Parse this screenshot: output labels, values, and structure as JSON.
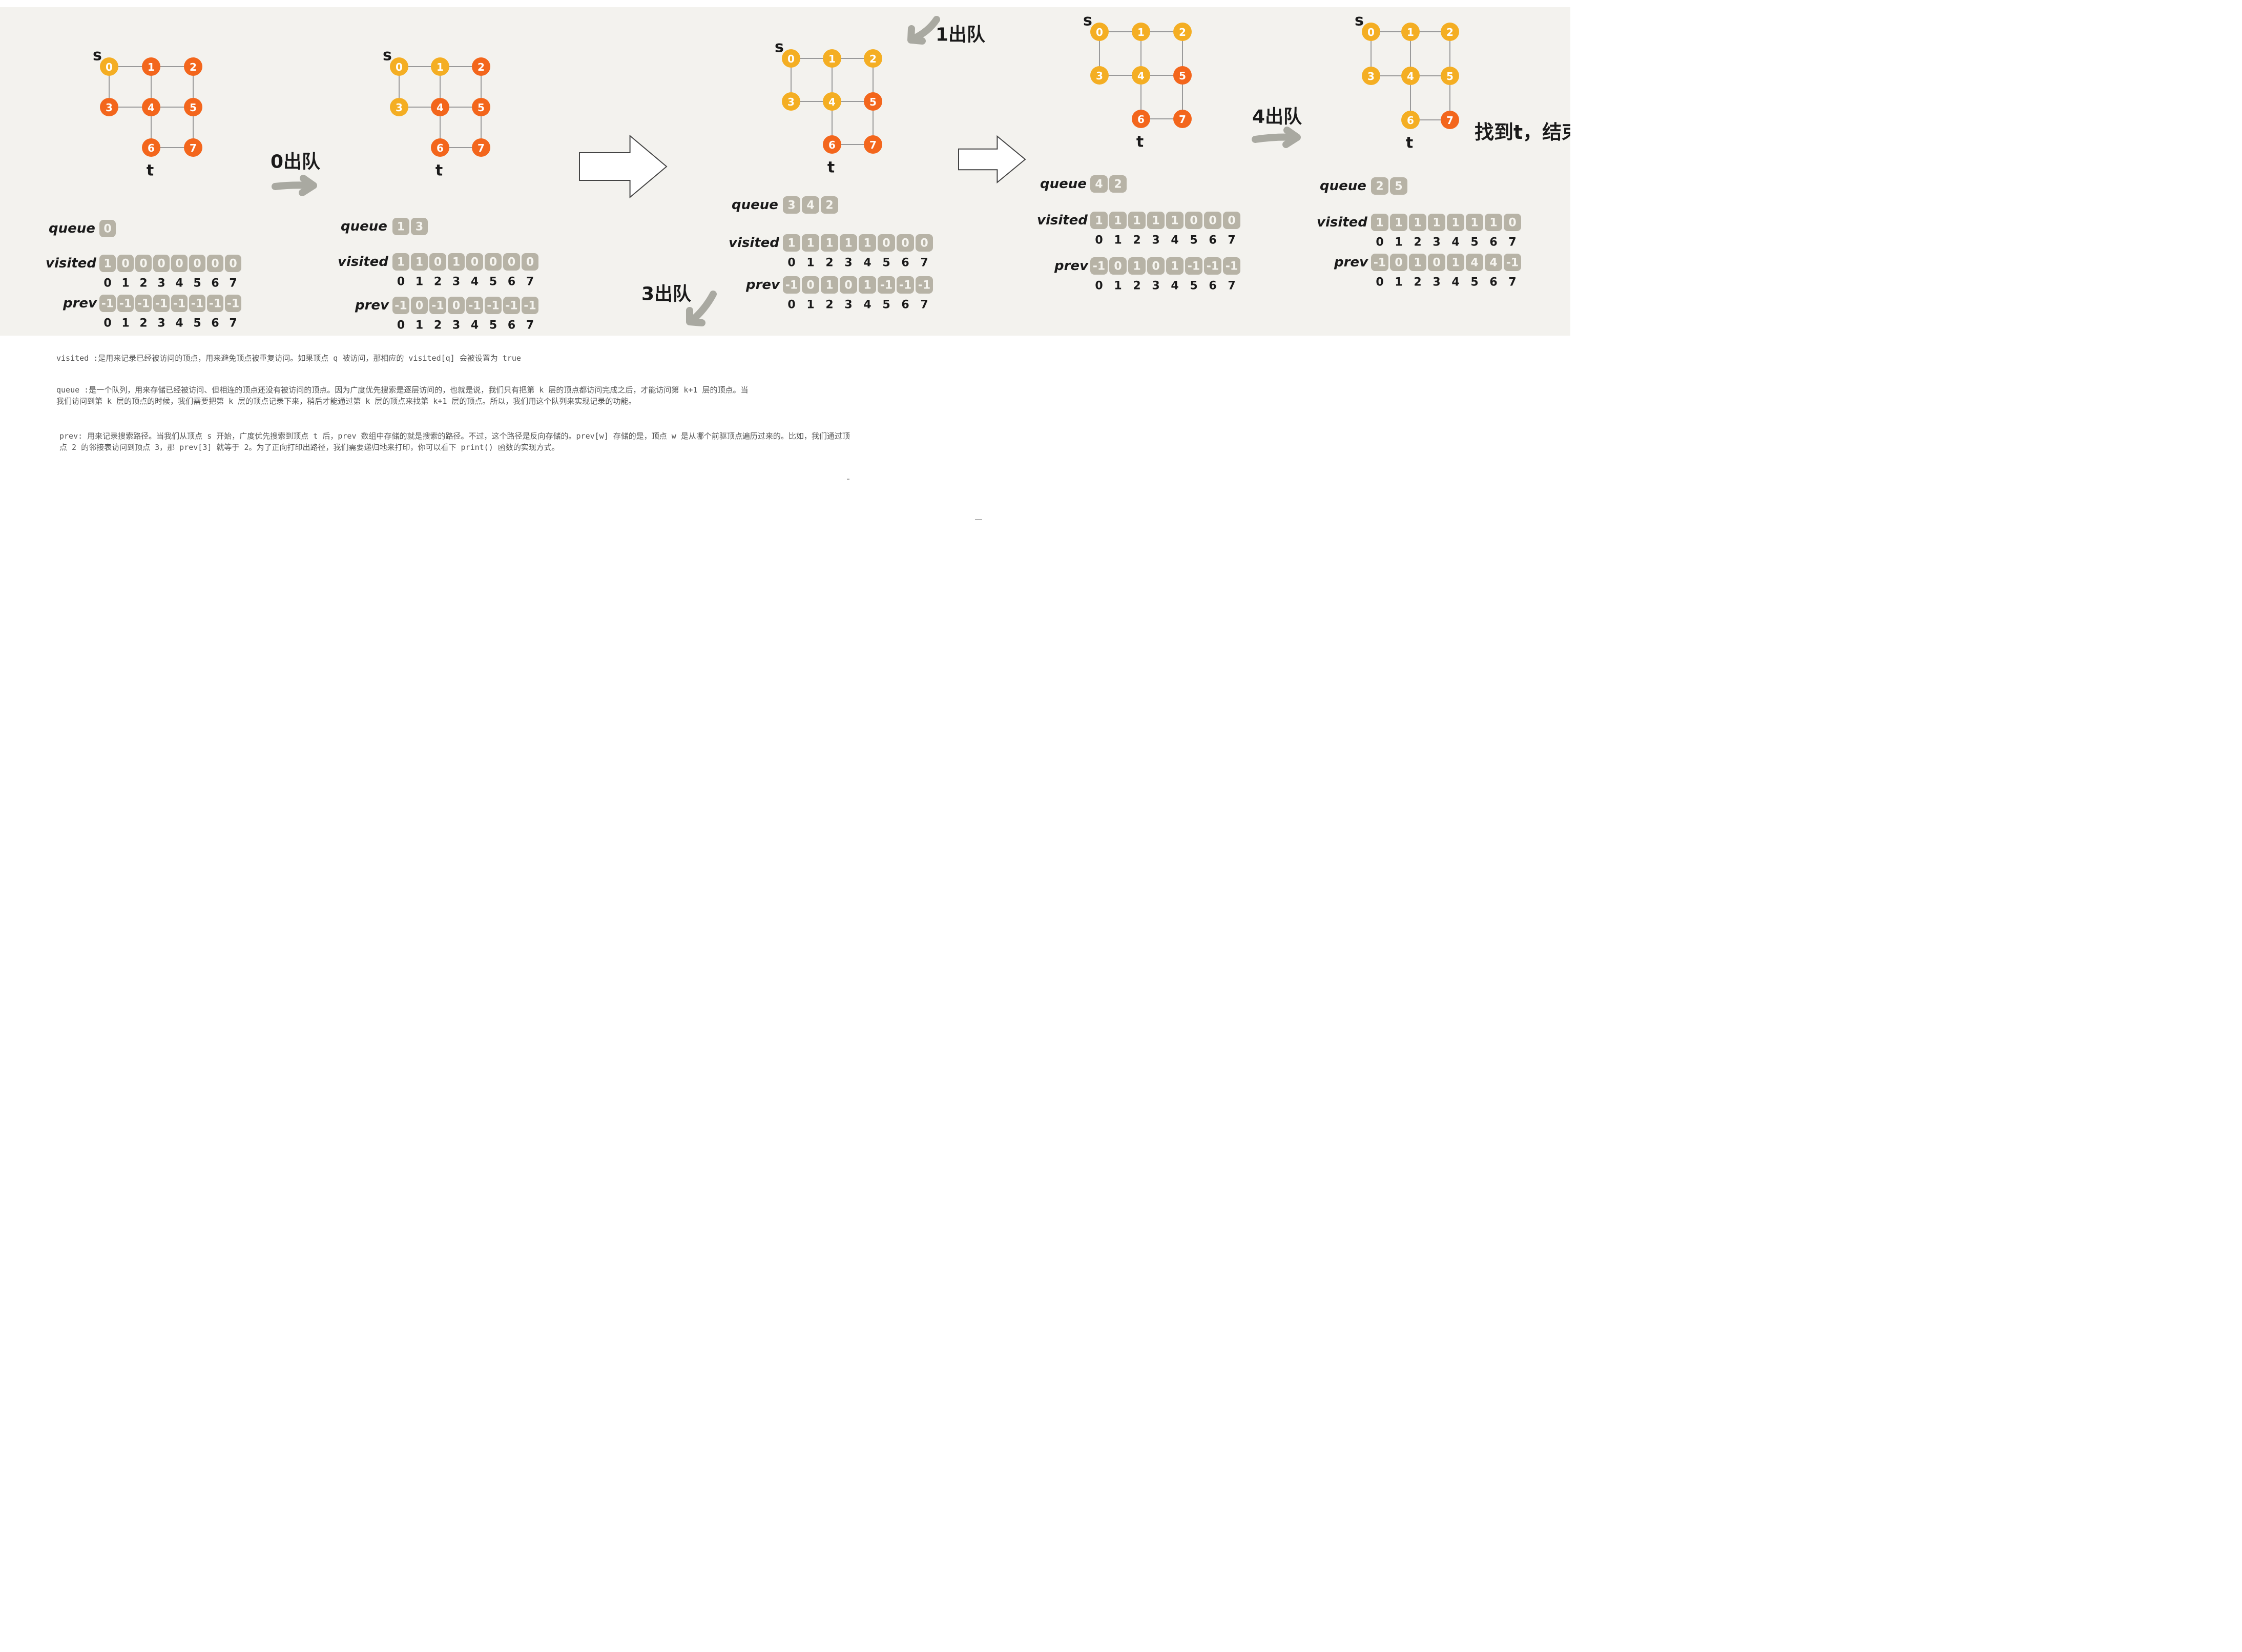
{
  "colors": {
    "panel": "#f3f2ee",
    "node_visited_yellow": "#f4ae23",
    "node_orange": "#f3661c",
    "edge": "#9a9a9a",
    "array_box": "#b7b3a6",
    "array_text": "#f6f5f0",
    "arrow_gray": "#a9a9a1",
    "ink": "#1a1a1a",
    "note_text": "#555555"
  },
  "graph": {
    "s_label": "s",
    "t_label": "t",
    "node_labels": [
      "0",
      "1",
      "2",
      "3",
      "4",
      "5",
      "6",
      "7"
    ]
  },
  "row_labels": {
    "queue": "queue :",
    "visited": "visited :",
    "prev": "prev :"
  },
  "index_labels": [
    "0",
    "1",
    "2",
    "3",
    "4",
    "5",
    "6",
    "7"
  ],
  "steps": [
    {
      "node_fill": [
        "yellow",
        "orange",
        "orange",
        "orange",
        "orange",
        "orange",
        "orange",
        "orange"
      ],
      "queue": [
        "0"
      ],
      "visited": [
        "1",
        "0",
        "0",
        "0",
        "0",
        "0",
        "0",
        "0"
      ],
      "prev": [
        "-1",
        "-1",
        "-1",
        "-1",
        "-1",
        "-1",
        "-1",
        "-1"
      ]
    },
    {
      "node_fill": [
        "yellow",
        "yellow",
        "orange",
        "yellow",
        "orange",
        "orange",
        "orange",
        "orange"
      ],
      "queue": [
        "1",
        "3"
      ],
      "visited": [
        "1",
        "1",
        "0",
        "1",
        "0",
        "0",
        "0",
        "0"
      ],
      "prev": [
        "-1",
        "0",
        "-1",
        "0",
        "-1",
        "-1",
        "-1",
        "-1"
      ]
    },
    {
      "node_fill": [
        "yellow",
        "yellow",
        "yellow",
        "yellow",
        "yellow",
        "orange",
        "orange",
        "orange"
      ],
      "queue": [
        "3",
        "4",
        "2"
      ],
      "visited": [
        "1",
        "1",
        "1",
        "1",
        "1",
        "0",
        "0",
        "0"
      ],
      "prev": [
        "-1",
        "0",
        "1",
        "0",
        "1",
        "-1",
        "-1",
        "-1"
      ]
    },
    {
      "node_fill": [
        "yellow",
        "yellow",
        "yellow",
        "yellow",
        "yellow",
        "orange",
        "orange",
        "orange"
      ],
      "queue": [
        "4",
        "2"
      ],
      "visited": [
        "1",
        "1",
        "1",
        "1",
        "1",
        "0",
        "0",
        "0"
      ],
      "prev": [
        "-1",
        "0",
        "1",
        "0",
        "1",
        "-1",
        "-1",
        "-1"
      ]
    },
    {
      "node_fill": [
        "yellow",
        "yellow",
        "yellow",
        "yellow",
        "yellow",
        "yellow",
        "yellow",
        "orange"
      ],
      "queue": [
        "2",
        "5"
      ],
      "visited": [
        "1",
        "1",
        "1",
        "1",
        "1",
        "1",
        "1",
        "0"
      ],
      "prev": [
        "-1",
        "0",
        "1",
        "0",
        "1",
        "4",
        "4",
        "-1"
      ]
    }
  ],
  "annotations": {
    "dequeue_0": "0出队",
    "dequeue_1": "1出队",
    "dequeue_3": "3出队",
    "dequeue_4": "4出队",
    "found": "找到t，结束"
  },
  "notes": {
    "visited": "visited :是用来记录已经被访问的顶点，用来避免顶点被重复访问。如果顶点 q 被访问，那相应的 visited[q] 会被设置为 true",
    "queue_line1": "queue :是一个队列，用来存储已经被访问、但相连的顶点还没有被访问的顶点。因为广度优先搜索是逐层访问的，也就是说，我们只有把第 k 层的顶点都访问完成之后，才能访问第 k+1 层的顶点。当",
    "queue_line2": "我们访问到第 k 层的顶点的时候，我们需要把第 k 层的顶点记录下来，稍后才能通过第 k 层的顶点来找第 k+1 层的顶点。所以，我们用这个队列来实现记录的功能。",
    "prev_line1": "prev: 用来记录搜索路径。当我们从顶点 s 开始，广度优先搜索到顶点 t 后，prev 数组中存储的就是搜索的路径。不过，这个路径是反向存储的。prev[w] 存储的是，顶点 w 是从哪个前驱顶点遍历过来的。比如，我们通过顶",
    "prev_line2": "点 2 的邻接表访问到顶点 3，那 prev[3] 就等于 2。为了正向打印出路径，我们需要递归地来打印，你可以看下 print() 函数的实现方式。"
  }
}
